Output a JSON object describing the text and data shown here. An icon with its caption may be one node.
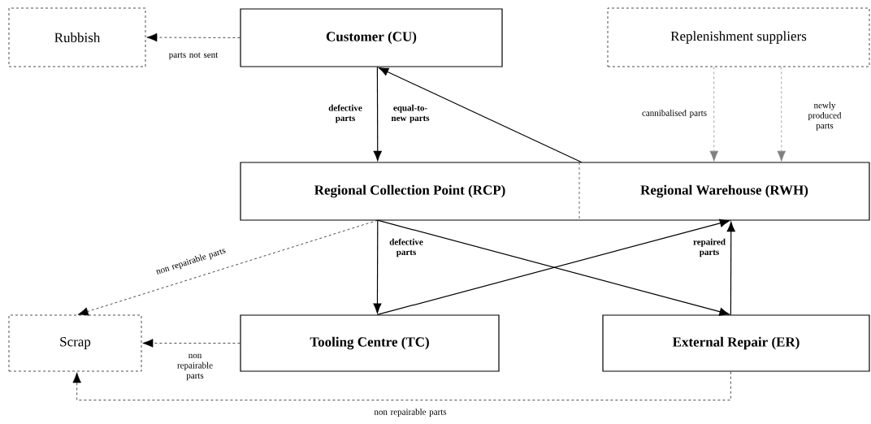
{
  "diagram": {
    "nodes": [
      {
        "text": [
          "Rubbish"
        ]
      },
      {
        "text": [
          "Customer (CU)"
        ]
      },
      {
        "text": [
          "Replenishment suppliers"
        ]
      },
      {
        "text": [
          "Regional Collection Point (RCP)"
        ]
      },
      {
        "text": [
          "Regional Warehouse (RWH)"
        ]
      },
      {
        "text": [
          "Scrap"
        ]
      },
      {
        "text": [
          "Tooling Centre (TC)"
        ]
      },
      {
        "text": [
          "External Repair (ER)"
        ]
      }
    ],
    "edges": [
      {
        "from": 1,
        "to": 0,
        "arrow": "to",
        "label": "parts not sent",
        "style": "dashed"
      },
      {
        "from": 1,
        "to": 3,
        "arrow": "to",
        "label": "defective parts"
      },
      {
        "from": 4,
        "to": 1,
        "arrow": "to",
        "label": "equal-to-new parts"
      },
      {
        "from": 2,
        "to": 4,
        "arrow": "to",
        "label": "cannibalised parts",
        "style": "dashed",
        "color": "#808080"
      },
      {
        "from": 2,
        "to": 4,
        "arrow": "to",
        "label": "newly produced parts",
        "style": "dashed",
        "color": "#808080"
      },
      {
        "from": 3,
        "to": 5,
        "arrow": "to",
        "label": "non repairable parts",
        "style": "dashed"
      },
      {
        "from": 3,
        "to": 6,
        "arrow": "to",
        "label": "defective parts"
      },
      {
        "from": 3,
        "to": 7,
        "arrow": "to"
      },
      {
        "from": 6,
        "to": 4,
        "arrow": "to"
      },
      {
        "from": 7,
        "to": 4,
        "arrow": "to",
        "label": "repaired parts"
      },
      {
        "from": 6,
        "to": 5,
        "arrow": "to",
        "label": "non repairable parts",
        "style": "dashed"
      },
      {
        "from": 7,
        "to": 5,
        "arrow": "to",
        "label": "non repairable parts",
        "style": "dashed"
      }
    ]
  }
}
